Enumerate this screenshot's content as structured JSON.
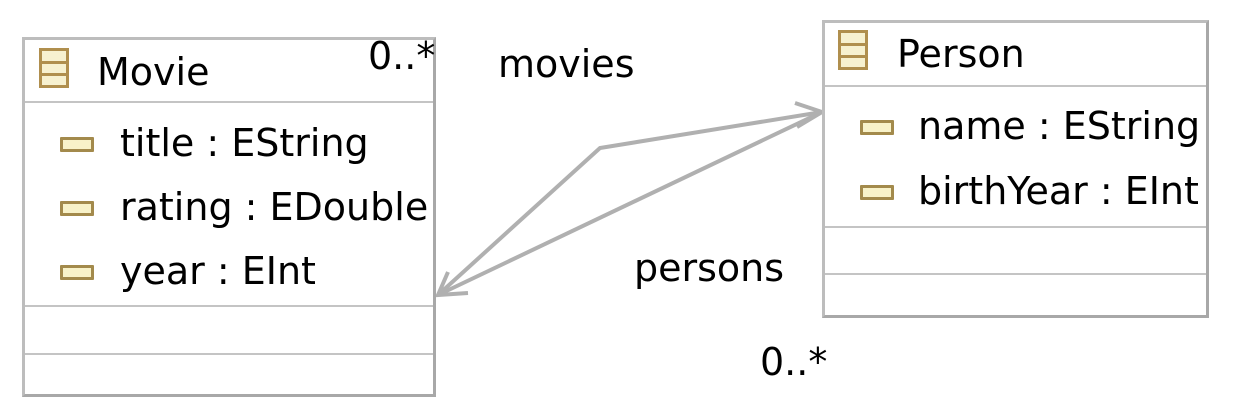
{
  "classes": {
    "movie": {
      "name": "Movie",
      "attributes": [
        {
          "text": "title : EString"
        },
        {
          "text": "rating : EDouble"
        },
        {
          "text": "year : EInt"
        }
      ]
    },
    "person": {
      "name": "Person",
      "attributes": [
        {
          "text": "name : EString"
        },
        {
          "text": "birthYear : EInt"
        }
      ]
    }
  },
  "references": {
    "movies": {
      "name": "movies",
      "multiplicity": "0..*"
    },
    "persons": {
      "name": "persons",
      "multiplicity": "0..*"
    }
  },
  "colors": {
    "edge": "#b0b0b0",
    "border": "#bdbdbd",
    "icon_stroke": "#b08f4e",
    "icon_fill": "#f7f1d0"
  }
}
